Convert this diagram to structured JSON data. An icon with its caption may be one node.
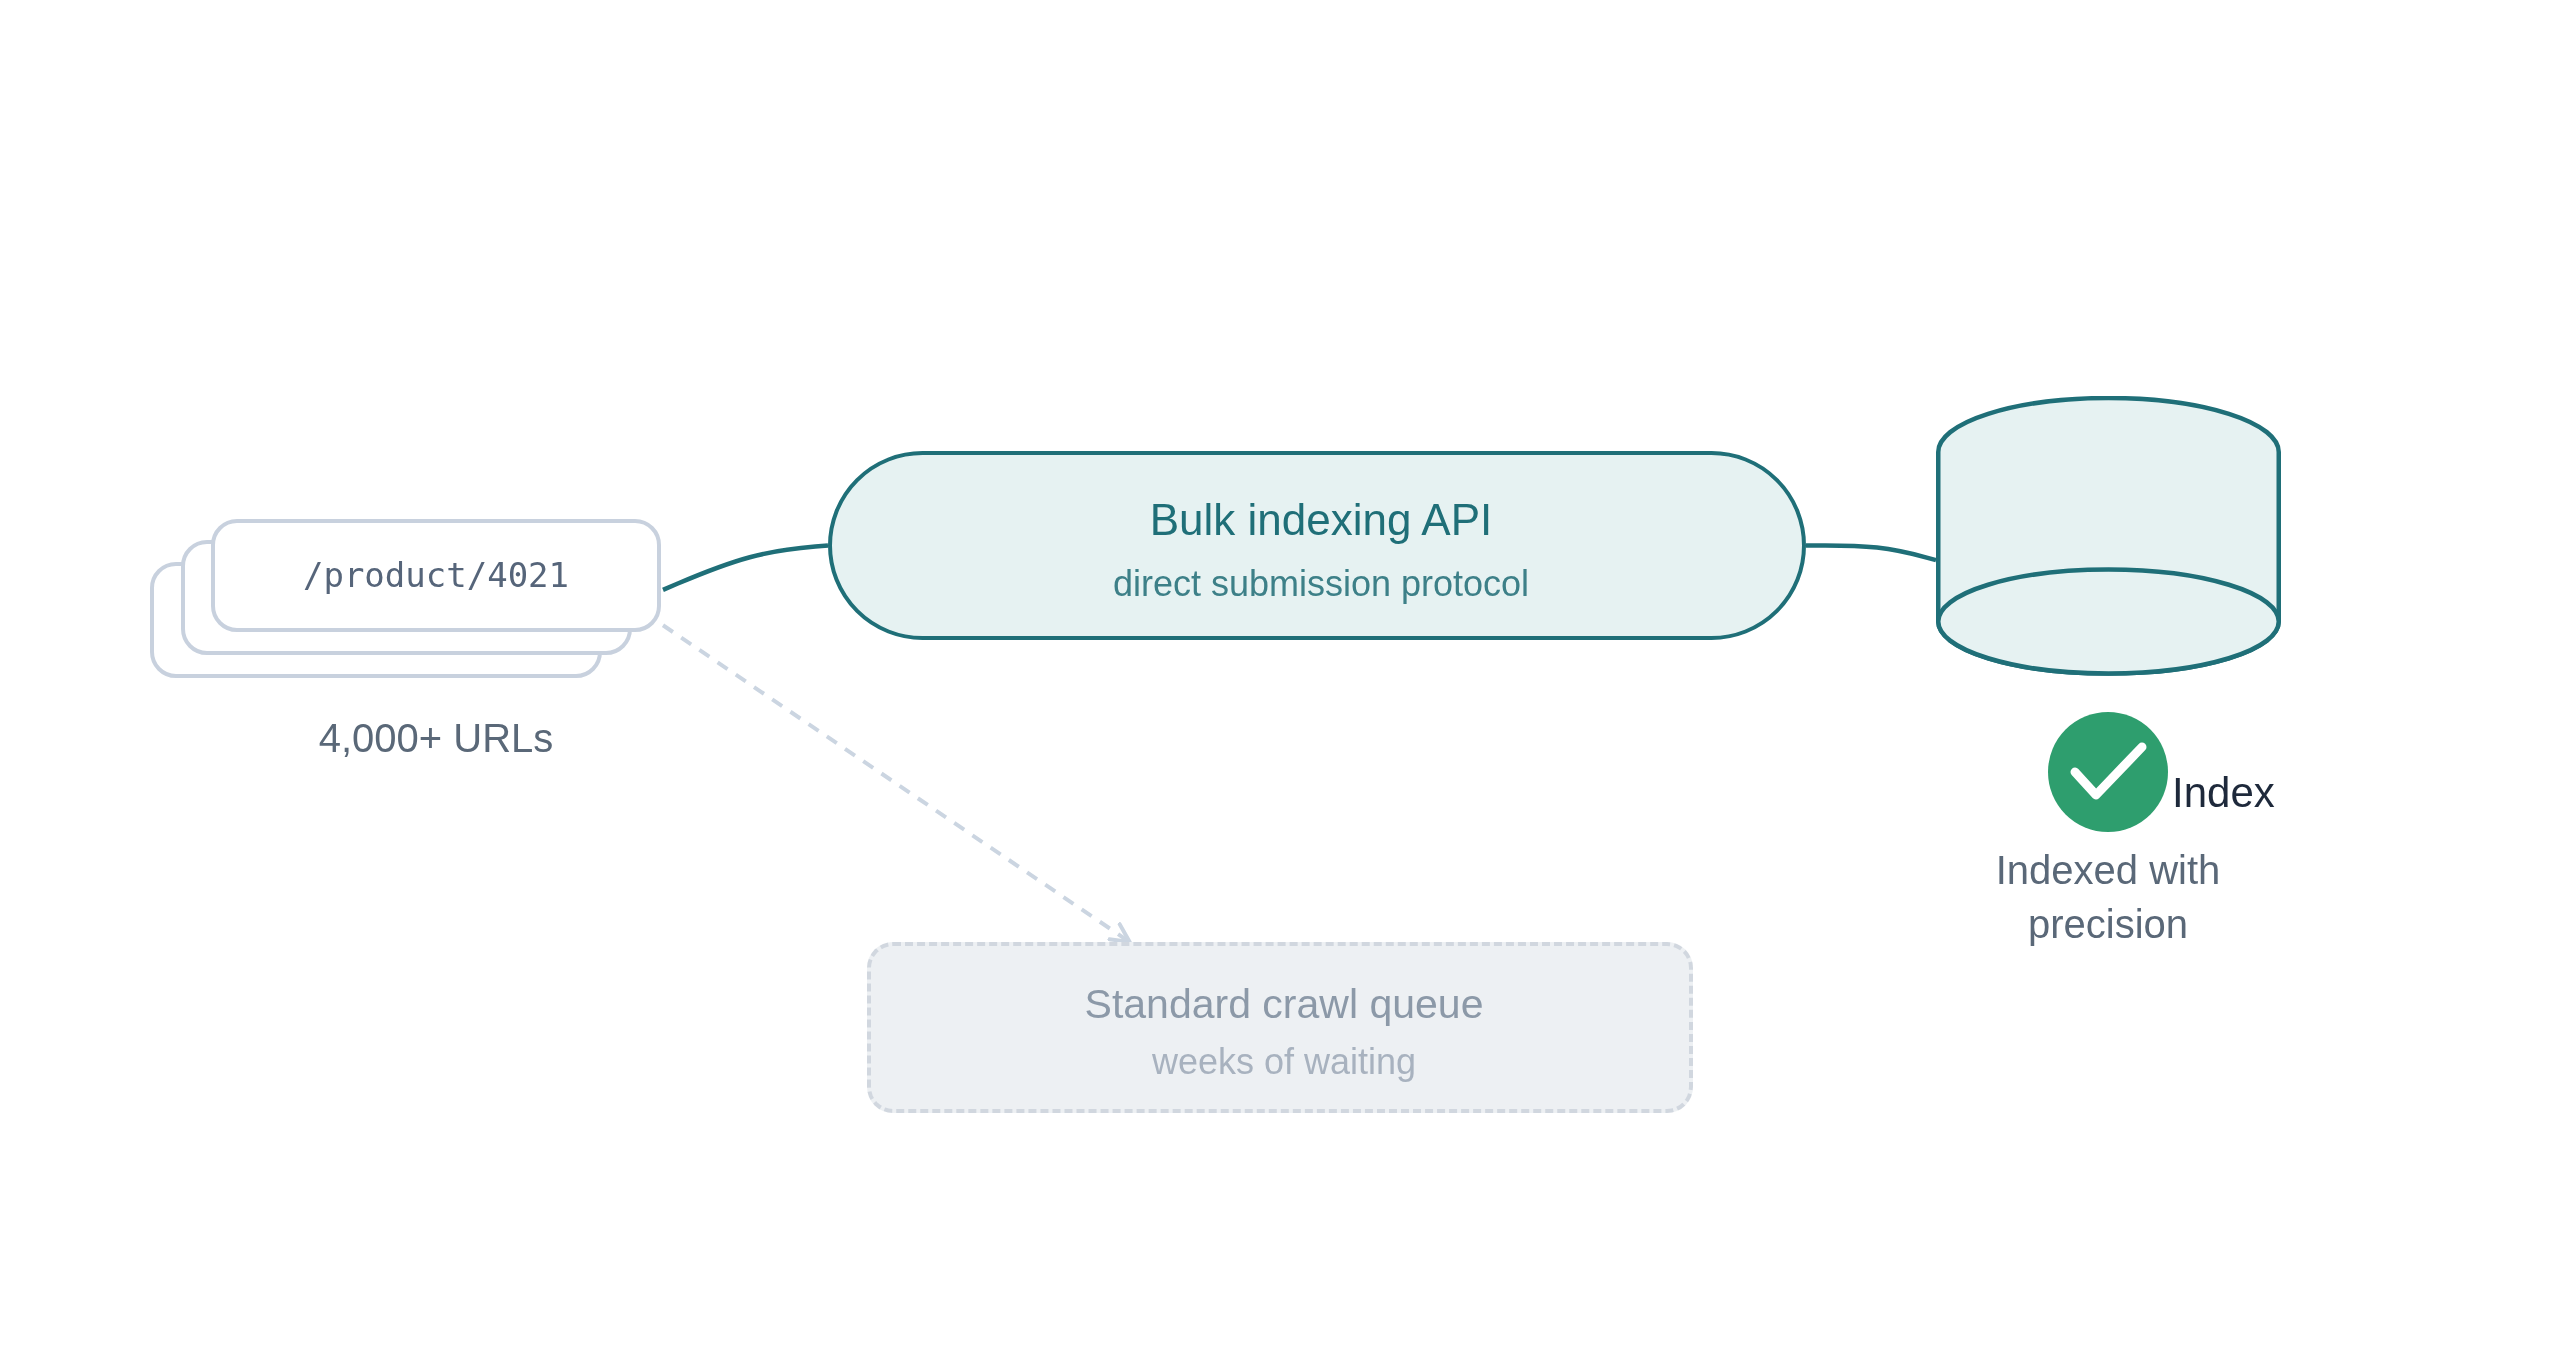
{
  "diagram": {
    "nodes": [
      {
        "text": [
          "/product/4021"
        ],
        "beside": [
          "4,000+ URLs"
        ]
      },
      {
        "text": [
          "Bulk indexing API",
          "direct submission protocol"
        ]
      },
      {
        "text": [],
        "shape": "cylinder",
        "beside": [
          "Index",
          "Indexed with precision"
        ]
      },
      {
        "text": [
          "Standard crawl queue",
          "weeks of waiting"
        ]
      }
    ],
    "edges": [
      {
        "from": 0,
        "to": 1,
        "arrow": "none"
      },
      {
        "from": 1,
        "to": 2,
        "arrow": "none"
      },
      {
        "from": 0,
        "to": 3,
        "arrow": "to",
        "style": "dashed",
        "color": "#cbd5e1"
      }
    ]
  }
}
